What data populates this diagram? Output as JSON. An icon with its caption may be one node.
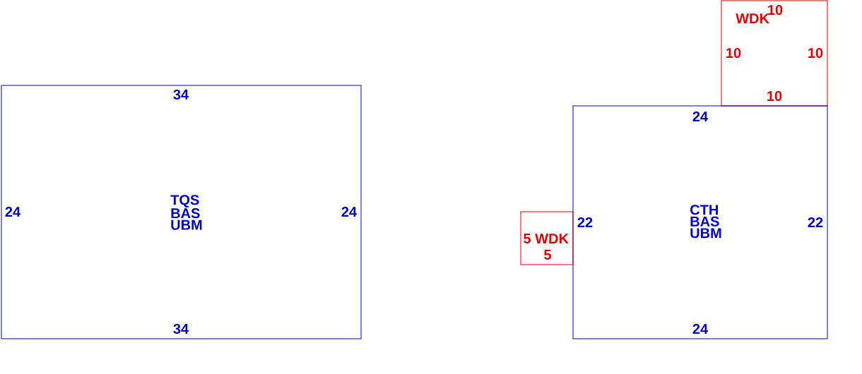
{
  "diagram": {
    "nodes": [
      {
        "text": [
          "TQS BAS UBM"
        ]
      },
      {
        "text": [
          "WDK"
        ]
      },
      {
        "text": [
          "CTH BAS UBM"
        ]
      },
      {
        "text": [
          "WDK"
        ]
      }
    ],
    "labels": [
      "10",
      "10",
      "10",
      "34",
      "10",
      "24",
      "24",
      "24",
      "22",
      "22",
      "5",
      "5",
      "34",
      "24"
    ]
  }
}
